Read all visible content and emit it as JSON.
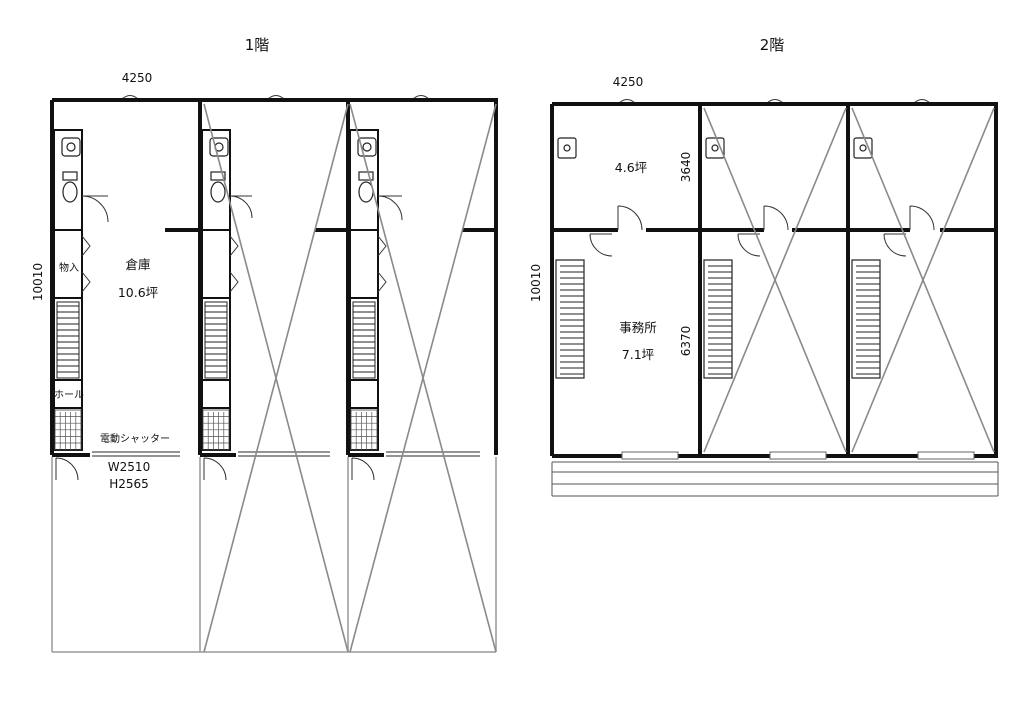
{
  "floor1": {
    "title": "1階",
    "width_dim": "4250",
    "depth_dim": "10010",
    "room_name": "倉庫",
    "room_area": "10.6坪",
    "storage_label": "物入",
    "hall_label": "ホール",
    "shutter_label": "電動シャッター",
    "shutter_width": "W2510",
    "shutter_height": "H2565"
  },
  "floor2": {
    "title": "2階",
    "width_dim": "4250",
    "depth_dim": "10010",
    "upper_room_area": "4.6坪",
    "upper_room_depth": "3640",
    "office_name": "事務所",
    "office_area": "7.1坪",
    "office_depth": "6370"
  },
  "colors": {
    "wall": "#111111",
    "cross": "#8a8a8a",
    "outline": "#9a9a9a"
  }
}
